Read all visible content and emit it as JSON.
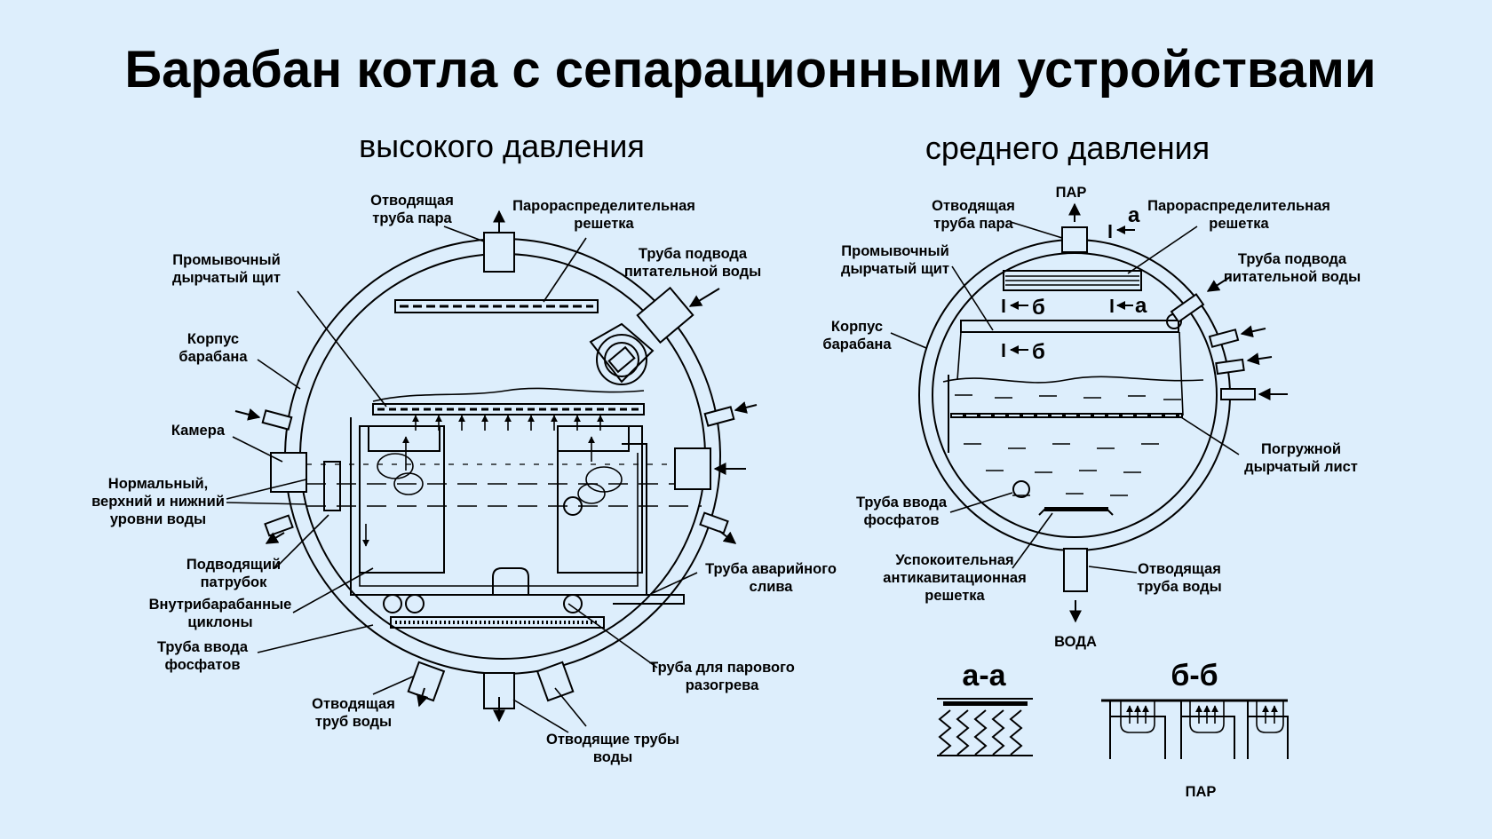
{
  "title": "Барабан котла с сепарационными  устройствами",
  "left": {
    "subtitle": "высокого давления",
    "labels": {
      "steam_out_l1": "Отводящая",
      "steam_out_l2": "труба пара",
      "steam_grid_l1": "Парораспределительная",
      "steam_grid_l2": "решетка",
      "feed_l1": "Труба подвода",
      "feed_l2": "питательной воды",
      "wash_l1": "Промывочный",
      "wash_l2": "дырчатый щит",
      "body_l1": "Корпус",
      "body_l2": "барабана",
      "chamber": "Камера",
      "levels_l1": "Нормальный,",
      "levels_l2": "верхний и нижний",
      "levels_l3": "уровни воды",
      "inlet_l1": "Подводящий",
      "inlet_l2": "патрубок",
      "cyclones_l1": "Внутрибарабанные",
      "cyclones_l2": "циклоны",
      "phos_l1": "Труба ввода",
      "phos_l2": "фосфатов",
      "water_out_l1": "Отводящая",
      "water_out_l2": "труб воды",
      "emerg_l1": "Труба аварийного",
      "emerg_l2": "слива",
      "heat_l1": "Труба для парового",
      "heat_l2": "разогрева",
      "water_pipes_l1": "Отводящие трубы",
      "water_pipes_l2": "воды"
    }
  },
  "right": {
    "subtitle": "среднего давления",
    "labels": {
      "steam": "ПАР",
      "steam_out_l1": "Отводящая",
      "steam_out_l2": "труба пара",
      "steam_grid_l1": "Парораспределительная",
      "steam_grid_l2": "решетка",
      "feed_l1": "Труба подвода",
      "feed_l2": "питательной воды",
      "wash_l1": "Промывочный",
      "wash_l2": "дырчатый щит",
      "body_l1": "Корпус",
      "body_l2": "барабана",
      "sub_sheet_l1": "Погружной",
      "sub_sheet_l2": "дырчатый лист",
      "phos_l1": "Труба ввода",
      "phos_l2": "фосфатов",
      "anti_l1": "Успокоительная",
      "anti_l2": "антикавитационная",
      "anti_l3": "решетка",
      "water_out_l1": "Отводящая",
      "water_out_l2": "труба воды",
      "water": "ВОДА",
      "mark_a": "а",
      "mark_b": "б"
    },
    "sections": {
      "aa": "а-а",
      "bb": "б-б",
      "steam": "ПАР"
    }
  }
}
